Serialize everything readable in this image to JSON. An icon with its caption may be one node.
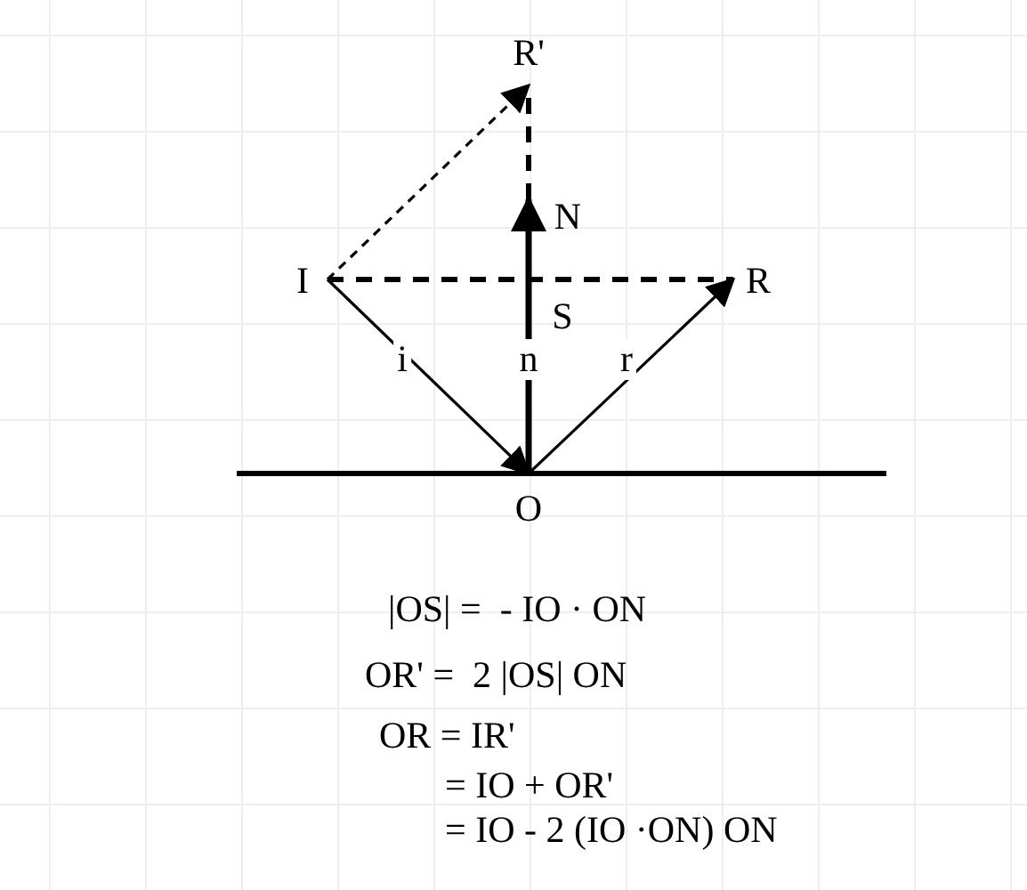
{
  "diagram": {
    "nodes": [
      {
        "text": [
          "R'"
        ]
      },
      {
        "text": [
          "N"
        ]
      },
      {
        "text": [
          "I"
        ]
      },
      {
        "text": [
          "R"
        ]
      },
      {
        "text": [
          "O"
        ]
      }
    ],
    "edges": [
      {
        "from": 2,
        "to": 0,
        "arrow": "to",
        "style": "dashed"
      },
      {
        "from": 1,
        "to": 0,
        "arrow": "none",
        "style": "dashed"
      },
      {
        "from": 2,
        "to": 3,
        "arrow": "none",
        "style": "dashed"
      },
      {
        "from": 4,
        "to": 1,
        "arrow": "to",
        "style": "thick",
        "label": "n"
      },
      {
        "from": 2,
        "to": 4,
        "arrow": "to",
        "label": "i"
      },
      {
        "from": 4,
        "to": 3,
        "arrow": "to",
        "label": "r"
      }
    ],
    "labels": [
      "S",
      "|OS| =  - IO · ON",
      "OR' =  2 |OS| ON",
      "OR = IR'",
      "= IO + OR'",
      "= IO - 2 (IO ·ON) ON"
    ]
  }
}
